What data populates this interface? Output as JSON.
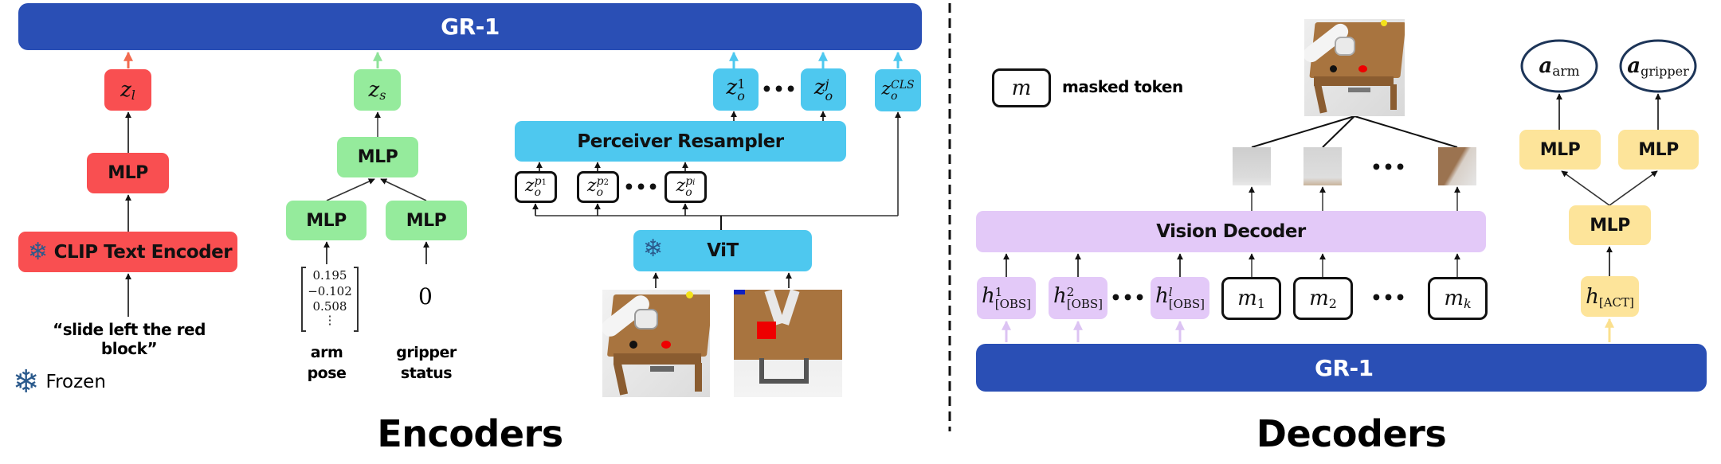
{
  "colors": {
    "gr1_blue": "#2a4fb5",
    "language_red": "#f94f51",
    "state_green": "#95eb9c",
    "vision_cyan": "#4ec8ef",
    "obs_lavender": "#e3c9f8",
    "action_yellow": "#fde49a",
    "frozen_snowflake": "#2b5a8c"
  },
  "encoders": {
    "title": "Encoders",
    "gr1_label": "GR-1",
    "language": {
      "token": {
        "base": "z",
        "sub": "l"
      },
      "mlp": "MLP",
      "encoder": "CLIP Text Encoder",
      "encoder_icon": "snowflake-icon",
      "input_text_line1": "“slide left the red",
      "input_text_line2": "block”"
    },
    "state": {
      "token": {
        "base": "z",
        "sub": "s"
      },
      "mlp_fuse": "MLP",
      "mlp_arm": "MLP",
      "mlp_gripper": "MLP",
      "arm_vector": [
        "0.195",
        "−0.102",
        "0.508",
        "⋮"
      ],
      "arm_label_line1": "arm",
      "arm_label_line2": "pose",
      "gripper_value": "0",
      "gripper_label_line1": "gripper",
      "gripper_label_line2": "status"
    },
    "vision": {
      "output_tokens": [
        {
          "base": "z",
          "sub": "o",
          "sup": "1"
        },
        {
          "base": "z",
          "sub": "o",
          "sup": "j"
        }
      ],
      "output_ellipsis": "•••",
      "cls_token": {
        "base": "z",
        "sub": "o",
        "sup": "CLS"
      },
      "resampler": "Perceiver Resampler",
      "patch_tokens": [
        {
          "base": "z",
          "sub": "o",
          "sup": "p",
          "supsub": "1"
        },
        {
          "base": "z",
          "sub": "o",
          "sup": "p",
          "supsub": "2"
        },
        {
          "base": "z",
          "sub": "o",
          "sup": "p",
          "supsub": "i"
        }
      ],
      "patch_ellipsis": "•••",
      "vit": "ViT",
      "vit_icon": "snowflake-icon",
      "observation_images": [
        "static-camera-view",
        "gripper-camera-view"
      ]
    },
    "legend": {
      "icon": "snowflake-icon",
      "label": "Frozen"
    }
  },
  "decoders": {
    "title": "Decoders",
    "gr1_label": "GR-1",
    "legend": {
      "token": "m",
      "label": "masked token"
    },
    "vision_decoder": "Vision Decoder",
    "predicted_image": "future-frame",
    "patch_ellipsis": "•••",
    "obs_tokens": [
      {
        "base": "h",
        "sub": "[OBS]",
        "sup": "1"
      },
      {
        "base": "h",
        "sub": "[OBS]",
        "sup": "2"
      },
      {
        "base": "h",
        "sub": "[OBS]",
        "sup": "l"
      }
    ],
    "obs_ellipsis": "•••",
    "masked_tokens": [
      {
        "base": "m",
        "sub": "1"
      },
      {
        "base": "m",
        "sub": "2"
      },
      {
        "base": "m",
        "sub": "k"
      }
    ],
    "masked_ellipsis": "•••",
    "action": {
      "outputs": [
        {
          "base": "a",
          "sub": "arm"
        },
        {
          "base": "a",
          "sub": "gripper"
        }
      ],
      "mlp_arm": "MLP",
      "mlp_gripper": "MLP",
      "mlp_shared": "MLP",
      "token": {
        "base": "h",
        "sub": "[ACT]"
      }
    }
  }
}
